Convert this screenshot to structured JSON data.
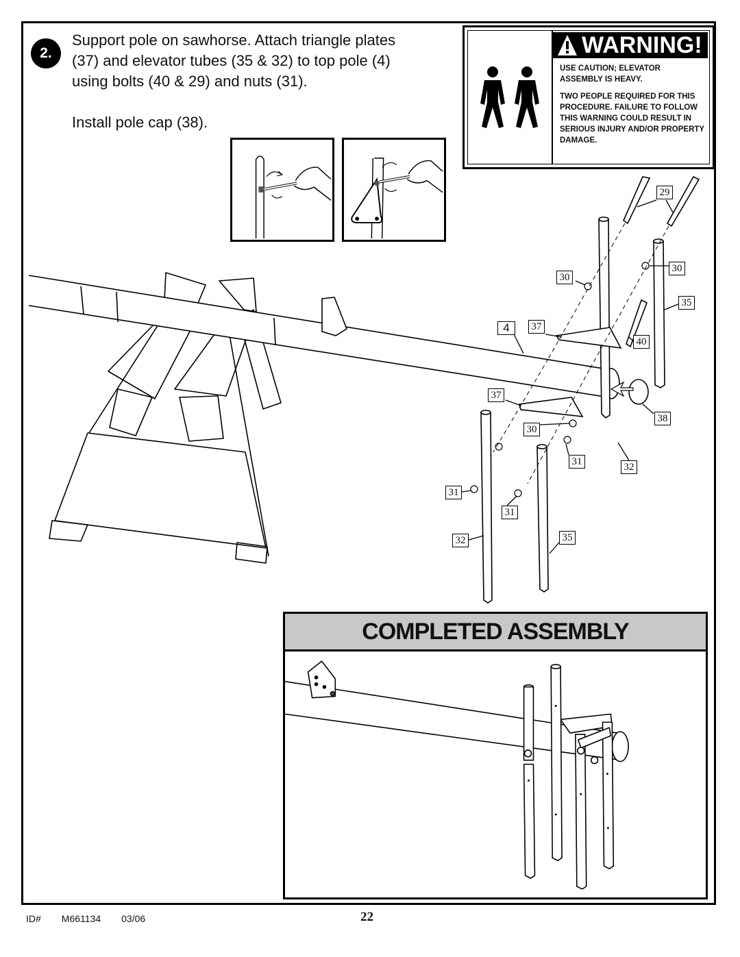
{
  "step": {
    "number": "2.",
    "lines": [
      "Support pole on sawhorse. Attach triangle plates",
      "(37) and elevator tubes (35 & 32) to top pole (4)",
      "using bolts (40 & 29) and nuts (31)."
    ],
    "cap_instruction": "Install pole cap (38)."
  },
  "warning": {
    "title": "WARNING!",
    "caution": "USE CAUTION; ELEVATOR ASSEMBLY IS HEAVY.",
    "detail": "TWO PEOPLE REQUIRED FOR THIS PROCEDURE. FAILURE TO FOLLOW THIS WARNING COULD RESULT IN SERIOUS INJURY AND/OR PROPERTY DAMAGE."
  },
  "callouts": {
    "c29": "29",
    "c30a": "30",
    "c30b": "30",
    "c35a": "35",
    "c4": "4",
    "c37a": "37",
    "c40": "40",
    "c37b": "37",
    "c38": "38",
    "c30c": "30",
    "c31a": "31",
    "c32a": "32",
    "c31b": "31",
    "c31c": "31",
    "c32b": "32",
    "c35b": "35"
  },
  "completed": {
    "title": "COMPLETED ASSEMBLY"
  },
  "footer": {
    "id_label": "ID#",
    "id_value": "M661134",
    "date": "03/06",
    "page": "22"
  }
}
